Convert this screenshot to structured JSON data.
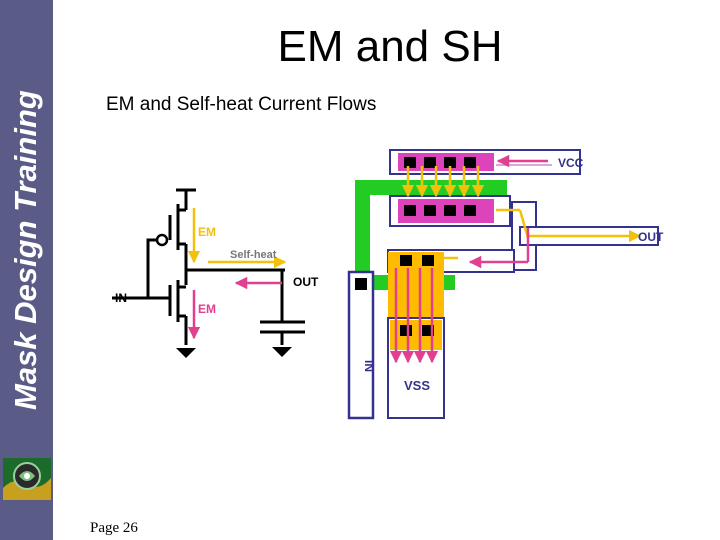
{
  "sidebar": {
    "title": "Mask Design Training"
  },
  "slide": {
    "title": "EM and SH",
    "subtitle": "EM and Self-heat Current Flows",
    "page": "Page 26"
  },
  "schematic": {
    "label_em_top": "EM",
    "label_selfheat": "Self-heat",
    "label_out": "OUT",
    "label_in": "IN",
    "label_em_bottom": "EM"
  },
  "layout_labels": {
    "vcc": "VCC",
    "out": "OUT",
    "in": "IN",
    "vss": "VSS"
  },
  "colors": {
    "sidebar": "#5b5b87",
    "metal_green": "#22cc22",
    "diffusion_yellow": "#ffbb00",
    "pmos_magenta": "#dd44bb",
    "outline_navy": "#33338f",
    "arrow_yellow": "#f2c10c",
    "arrow_magenta": "#e0408f",
    "vcc_line": "#d8a8d8"
  }
}
